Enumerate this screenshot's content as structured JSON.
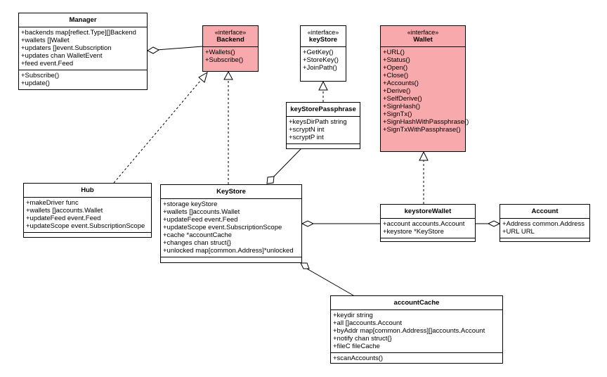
{
  "classes": {
    "manager": {
      "name": "Manager",
      "fields": [
        "+backends map[reflect.Type][]Backend",
        "+wallets  []Wallet",
        "+updaters []event.Subscription",
        "+updates  chan WalletEvent",
        "+feed event.Feed"
      ],
      "methods": [
        "+Subscribe()",
        "+update()"
      ]
    },
    "backend": {
      "stereotype": "«interface»",
      "name": "Backend",
      "methods": [
        "+Wallets()",
        "+Subscribe()"
      ]
    },
    "keystore_iface": {
      "stereotype": "«interface»",
      "name": "keyStore",
      "methods": [
        "+GetKey()",
        "+StoreKey()",
        "+JoinPath()"
      ]
    },
    "wallet": {
      "stereotype": "«interface»",
      "name": "Wallet",
      "methods": [
        "+URL()",
        "+Status()",
        "+Open()",
        "+Close()",
        "+Accounts()",
        "+Derive()",
        "+SelfDerive()",
        "+SignHash()",
        "+SignTx()",
        "+SignHashWithPassphrase()",
        "+SignTxWithPassphrase()"
      ]
    },
    "keystore_passphrase": {
      "name": "keyStorePassphrase",
      "fields": [
        "+keysDirPath string",
        "+scryptN int",
        "+scryptP int"
      ]
    },
    "hub": {
      "name": "Hub",
      "fields": [
        "+makeDriver func",
        "+wallets []accounts.Wallet",
        "+updateFeed event.Feed",
        "+updateScope event.SubscriptionScope"
      ]
    },
    "keystore": {
      "name": "KeyStore",
      "fields": [
        "+storage keyStore",
        "+wallets []accounts.Wallet",
        "+updateFeed event.Feed",
        "+updateScope event.SubscriptionScope",
        "+cache *accountCache",
        "+changes chan struct{}",
        "+unlocked map[common.Address]*unlocked"
      ]
    },
    "keystore_wallet": {
      "name": "keystoreWallet",
      "fields": [
        "+account accounts.Account",
        "+keystore *KeyStore"
      ]
    },
    "account": {
      "name": "Account",
      "fields": [
        "+Address common.Address",
        "+URL URL"
      ]
    },
    "account_cache": {
      "name": "accountCache",
      "fields": [
        "+keydir string",
        "+all []accounts.Account",
        "+byAddr map[common.Address][]accounts.Account",
        "+notify chan struct{}",
        "+fileC fileCache"
      ],
      "methods": [
        "+scanAccounts()"
      ]
    }
  },
  "colors": {
    "interface_fill": "#f8a9ab",
    "class_fill": "#ffffff",
    "line": "#000000"
  }
}
